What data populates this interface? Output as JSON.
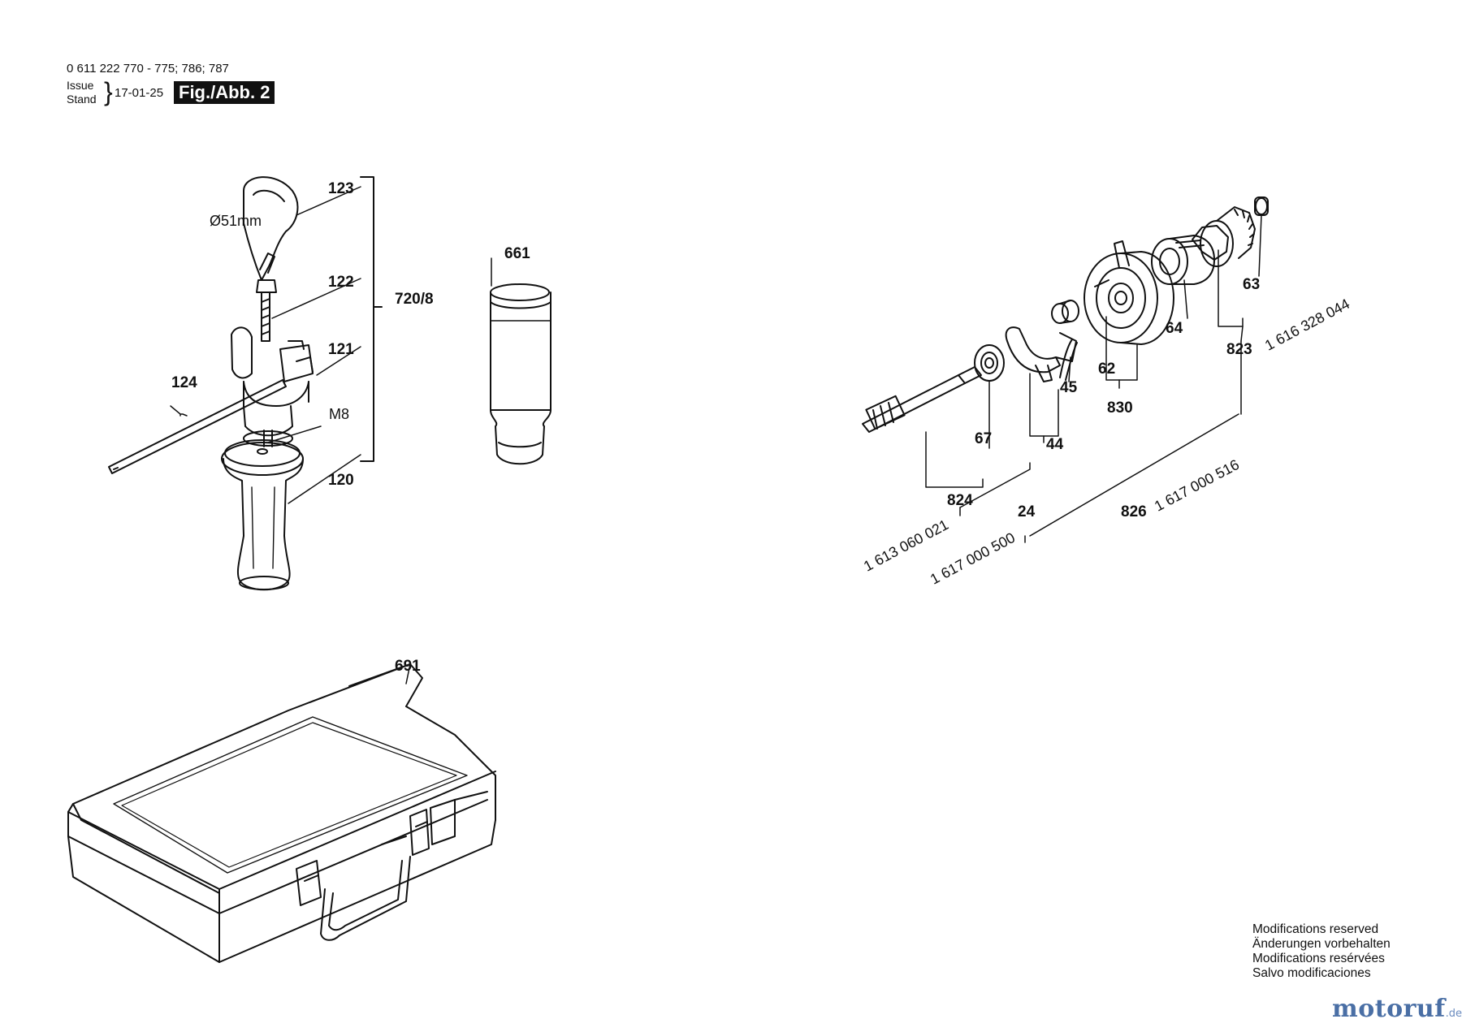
{
  "header": {
    "part_range": "0 611 222 770 - 775; 786; 787",
    "issue_label": "Issue",
    "stand_label": "Stand",
    "date": "17-01-25",
    "figure_label": "Fig./Abb. 2"
  },
  "left_parts": {
    "p123": "123",
    "p122": "122",
    "p121": "121",
    "p120": "120",
    "p124": "124",
    "m8": "M8",
    "diameter": "Ø51mm",
    "set720": "720/8",
    "p661": "661",
    "p691": "691"
  },
  "right_parts": {
    "p63": "63",
    "p64": "64",
    "p62": "62",
    "p830": "830",
    "p45": "45",
    "p44": "44",
    "p67": "67",
    "p823": "823",
    "p824": "824",
    "p826": "826",
    "p24": "24",
    "ref823": "1 616 328 044",
    "ref824": "1 613 060 021",
    "ref24": "1 617 000 500",
    "ref826": "1 617 000 516"
  },
  "footer": {
    "notes": [
      "Modifications reserved",
      "Änderungen vorbehalten",
      "Modifications resérvées",
      "Salvo modificaciones"
    ],
    "brand": "motoruf",
    "brand_suffix": ".de",
    "brand_color": "#4a6fa5"
  }
}
